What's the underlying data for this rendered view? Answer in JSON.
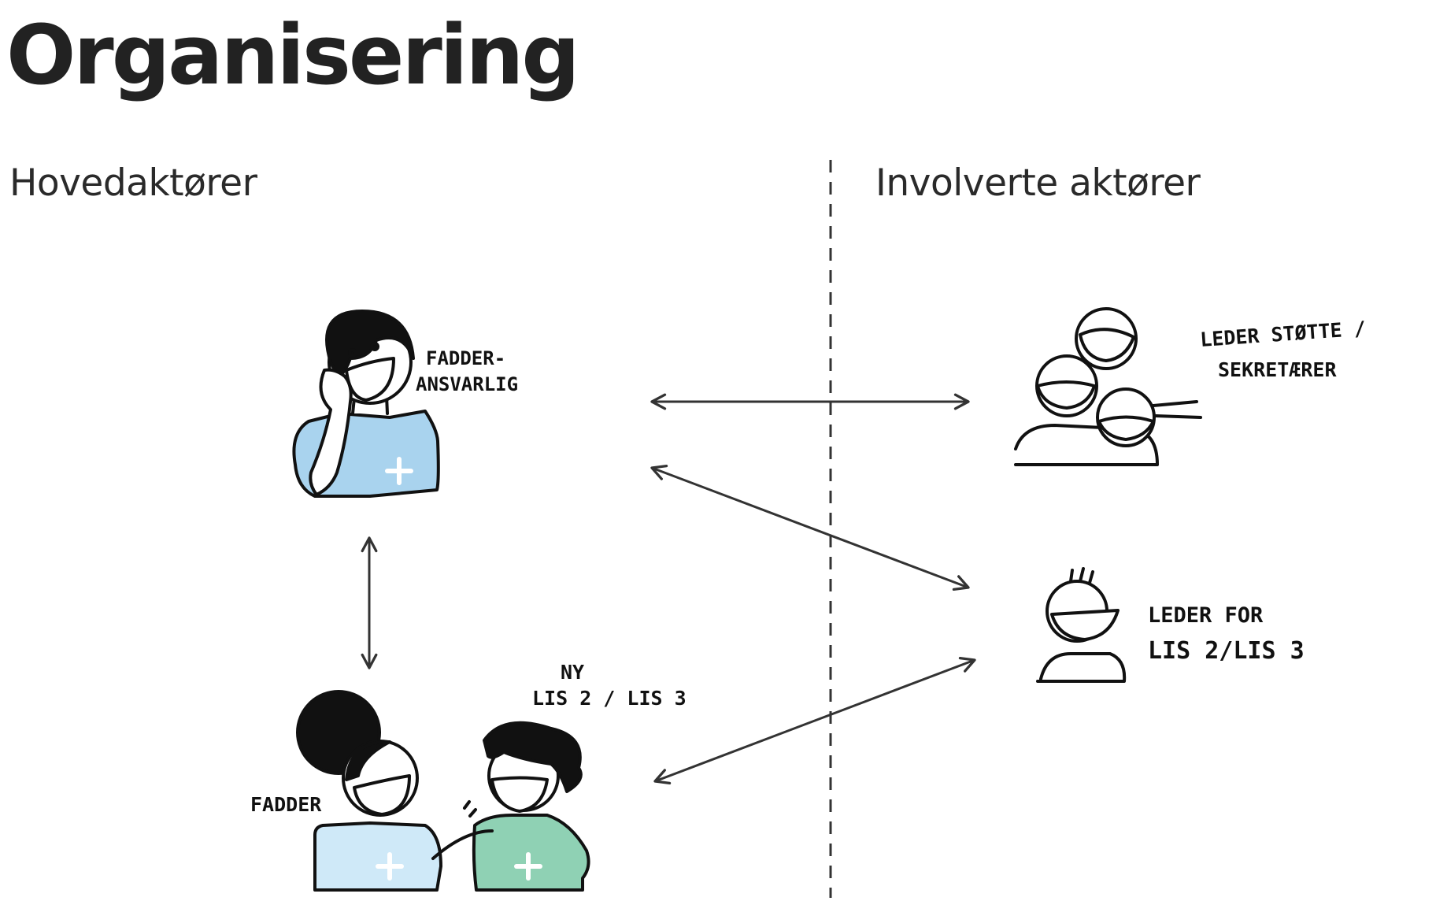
{
  "title": "Organisering",
  "sections": {
    "left": "Hovedaktører",
    "right": "Involverte aktører"
  },
  "actors": {
    "fadderansvarlig": [
      "FADDER-",
      "ANSVARLIG"
    ],
    "fadder": "FADDER",
    "ny_lis": [
      "NY",
      "LIS 2 / LIS 3"
    ],
    "leder_stotte": [
      "LEDER STØTTE /",
      "SEKRETÆRER"
    ],
    "leder_lis": [
      "LEDER FOR",
      "LIS 2/LIS 3"
    ]
  },
  "colors": {
    "line": "#333333",
    "shirt_blue": "#a9d3ee",
    "shirt_light_blue": "#cfe9f8",
    "shirt_green": "#8fd1b4",
    "hair": "#111111"
  },
  "icons": [
    "plus-icon"
  ]
}
